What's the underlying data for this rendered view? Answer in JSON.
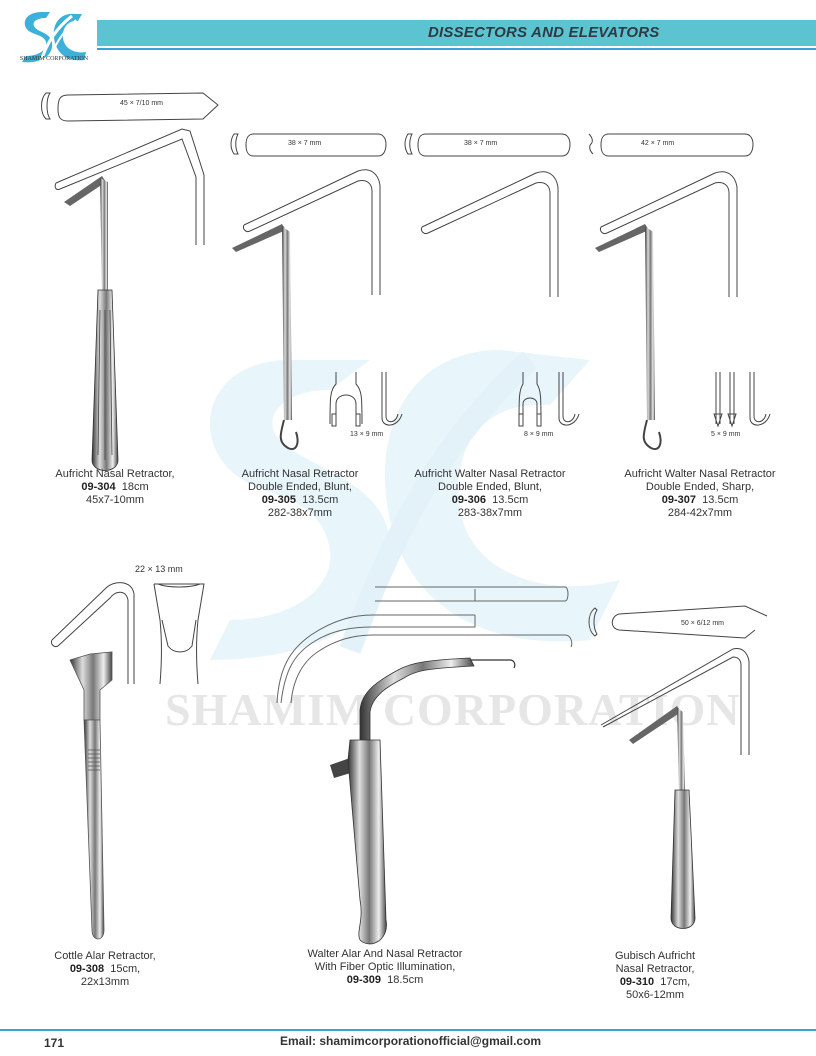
{
  "header": {
    "logo_text": "SHAMIM CORPORATION",
    "logo_monogram": "SC",
    "section_title": "DISSECTORS AND ELEVATORS",
    "bar_color": "#5cc4d0",
    "line_color": "#3aa0d8"
  },
  "watermark": {
    "text": "SHAMIM CORPORATION"
  },
  "products": [
    {
      "name": "Aufricht Nasal Retractor,",
      "code": "09-304",
      "size": "18cm",
      "extra": "45x7-10mm",
      "blade_label": "45 × 7/10 mm"
    },
    {
      "name_line1": "Aufricht Nasal Retractor",
      "name_line2": "Double Ended, Blunt,",
      "code": "09-305",
      "size": "13.5cm",
      "extra": "282-38x7mm",
      "blade_label": "38 × 7 mm",
      "hook_label": "13 × 9 mm"
    },
    {
      "name_line1": "Aufricht Walter Nasal Retractor",
      "name_line2": "Double Ended, Blunt,",
      "code": "09-306",
      "size": "13.5cm",
      "extra": "283-38x7mm",
      "blade_label": "38 × 7 mm",
      "hook_label": "8 × 9 mm"
    },
    {
      "name_line1": "Aufricht Walter Nasal Retractor",
      "name_line2": "Double Ended, Sharp,",
      "code": "09-307",
      "size": "13.5cm",
      "extra": "284-42x7mm",
      "blade_label": "42 × 7 mm",
      "hook_label": "5 × 9 mm"
    },
    {
      "name": "Cottle Alar Retractor,",
      "code": "09-308",
      "size": "15cm,",
      "extra": "22x13mm",
      "blade_label": "22 × 13 mm"
    },
    {
      "name_line1": "Walter Alar And Nasal Retractor",
      "name_line2": "With Fiber Optic Illumination,",
      "code": "09-309",
      "size": "18.5cm"
    },
    {
      "name_line1": "Gubisch Aufricht",
      "name_line2": "Nasal Retractor,",
      "code": "09-310",
      "size": "17cm,",
      "extra": "50x6-12mm",
      "blade_label": "50 × 6/12 mm"
    }
  ],
  "footer": {
    "page_number": "171",
    "email": "Email: shamimcorporationofficial@gmail.com"
  }
}
